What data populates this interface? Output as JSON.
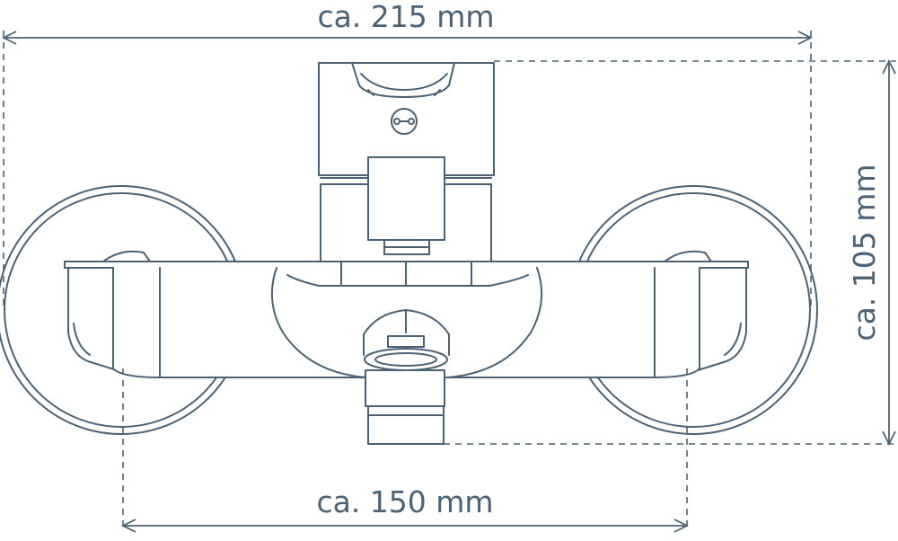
{
  "labels": {
    "overall_width": "ca. 215 mm",
    "height": "ca. 105 mm",
    "center_distance": "ca. 150 mm"
  },
  "colors": {
    "line": "#4b6275",
    "text": "#4b6275",
    "background": "#ffffff"
  }
}
